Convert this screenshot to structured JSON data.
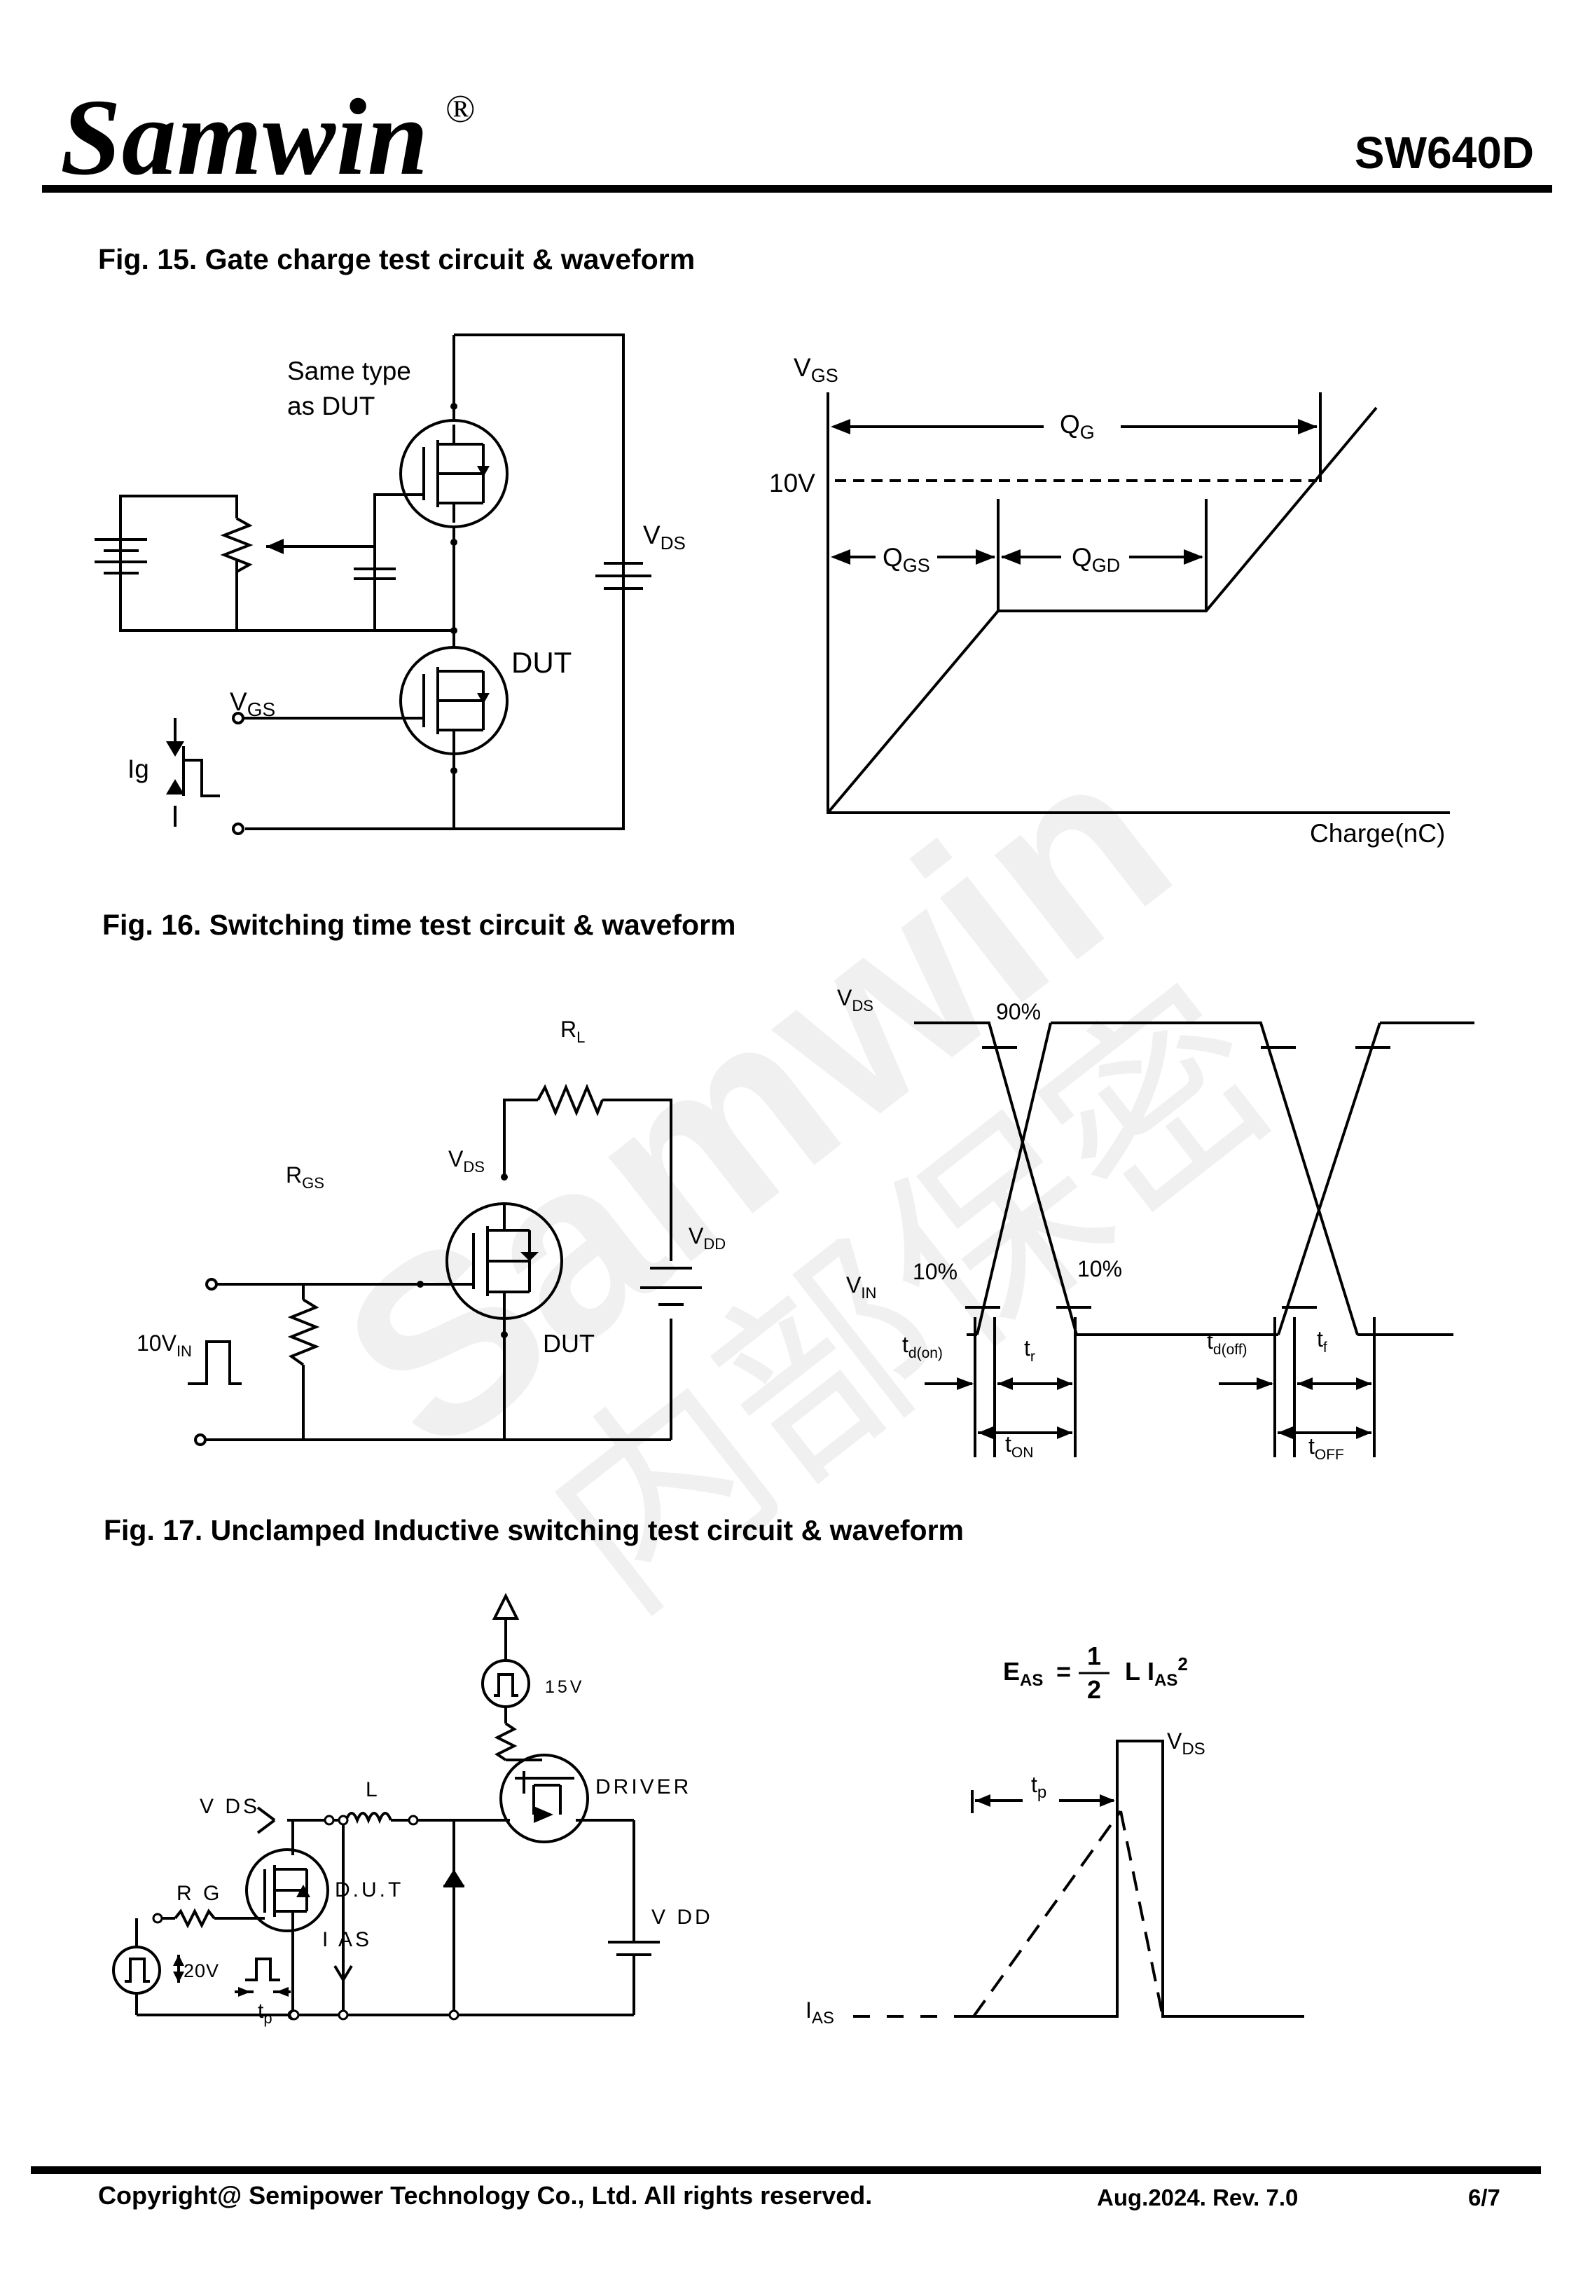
{
  "header": {
    "brand": "Samwin",
    "registered_mark": "®",
    "part_number": "SW640D"
  },
  "fig15": {
    "title": "Fig. 15. Gate charge test circuit & waveform",
    "circuit": {
      "same_type_line1": "Same type",
      "same_type_line2": "as DUT",
      "vds_main": "V",
      "vds_sub": "DS",
      "dut": "DUT",
      "vgs_main": "V",
      "vgs_sub": "GS",
      "ig": "Ig"
    },
    "waveform": {
      "y_main": "V",
      "y_sub": "GS",
      "x_label": "Charge(nC)",
      "level": "10V",
      "qg_main": "Q",
      "qg_sub": "G",
      "qgs_main": "Q",
      "qgs_sub": "GS",
      "qgd_main": "Q",
      "qgd_sub": "GD"
    }
  },
  "fig16": {
    "title": "Fig. 16. Switching time test circuit & waveform",
    "circuit": {
      "rl_main": "R",
      "rl_sub": "L",
      "rgs_main": "R",
      "rgs_sub": "GS",
      "vds_main": "V",
      "vds_sub": "DS",
      "vdd_main": "V",
      "vdd_sub": "DD",
      "vin_main": "10V",
      "vin_sub": "IN",
      "dut": "DUT"
    },
    "waveform": {
      "vds_main": "V",
      "vds_sub": "DS",
      "vin_main": "V",
      "vin_sub": "IN",
      "pct90": "90%",
      "pct10_left": "10%",
      "pct10_right": "10%",
      "tdon_main": "t",
      "tdon_sub": "d(on)",
      "tr_main": "t",
      "tr_sub": "r",
      "tdoff_main": "t",
      "tdoff_sub": "d(off)",
      "tf_main": "t",
      "tf_sub": "f",
      "ton_main": "t",
      "ton_sub": "ON",
      "toff_main": "t",
      "toff_sub": "OFF"
    }
  },
  "fig17": {
    "title": "Fig. 17. Unclamped Inductive switching test circuit & waveform",
    "circuit": {
      "v15": "15V",
      "driver": "DRIVER",
      "vds": "V DS",
      "inductor": "L",
      "rg": "R G",
      "dut": "D.U.T",
      "ias": "I AS",
      "vdd": "V DD",
      "v20": "20V",
      "tp_main": "t",
      "tp_sub": "p"
    },
    "waveform": {
      "eas_lhs_main": "E",
      "eas_lhs_sub": "AS",
      "eq": "=",
      "frac_num": "1",
      "frac_den": "2",
      "rhs_l": "L",
      "rhs_i": "I",
      "rhs_sub": "AS",
      "rhs_sup": "2",
      "vds_main": "V",
      "vds_sub": "DS",
      "tp_main": "t",
      "tp_sub": "p",
      "ias_main": "I",
      "ias_sub": "AS"
    }
  },
  "footer": {
    "copyright": "Copyright@ Semipower Technology Co., Ltd. All rights reserved.",
    "revision": "Aug.2024. Rev. 7.0",
    "page": "6/7"
  },
  "watermark": {
    "line1": "Samwin",
    "line2": "内部保密"
  }
}
